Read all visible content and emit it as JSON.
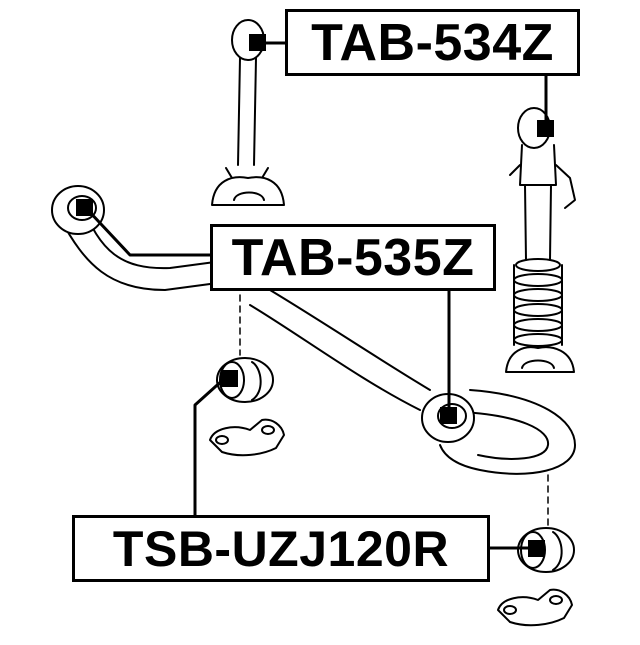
{
  "labels": {
    "tab_534z": "TAB-534Z",
    "tab_535z": "TAB-535Z",
    "tsb_uzj120r": "TSB-UZJ120R"
  }
}
